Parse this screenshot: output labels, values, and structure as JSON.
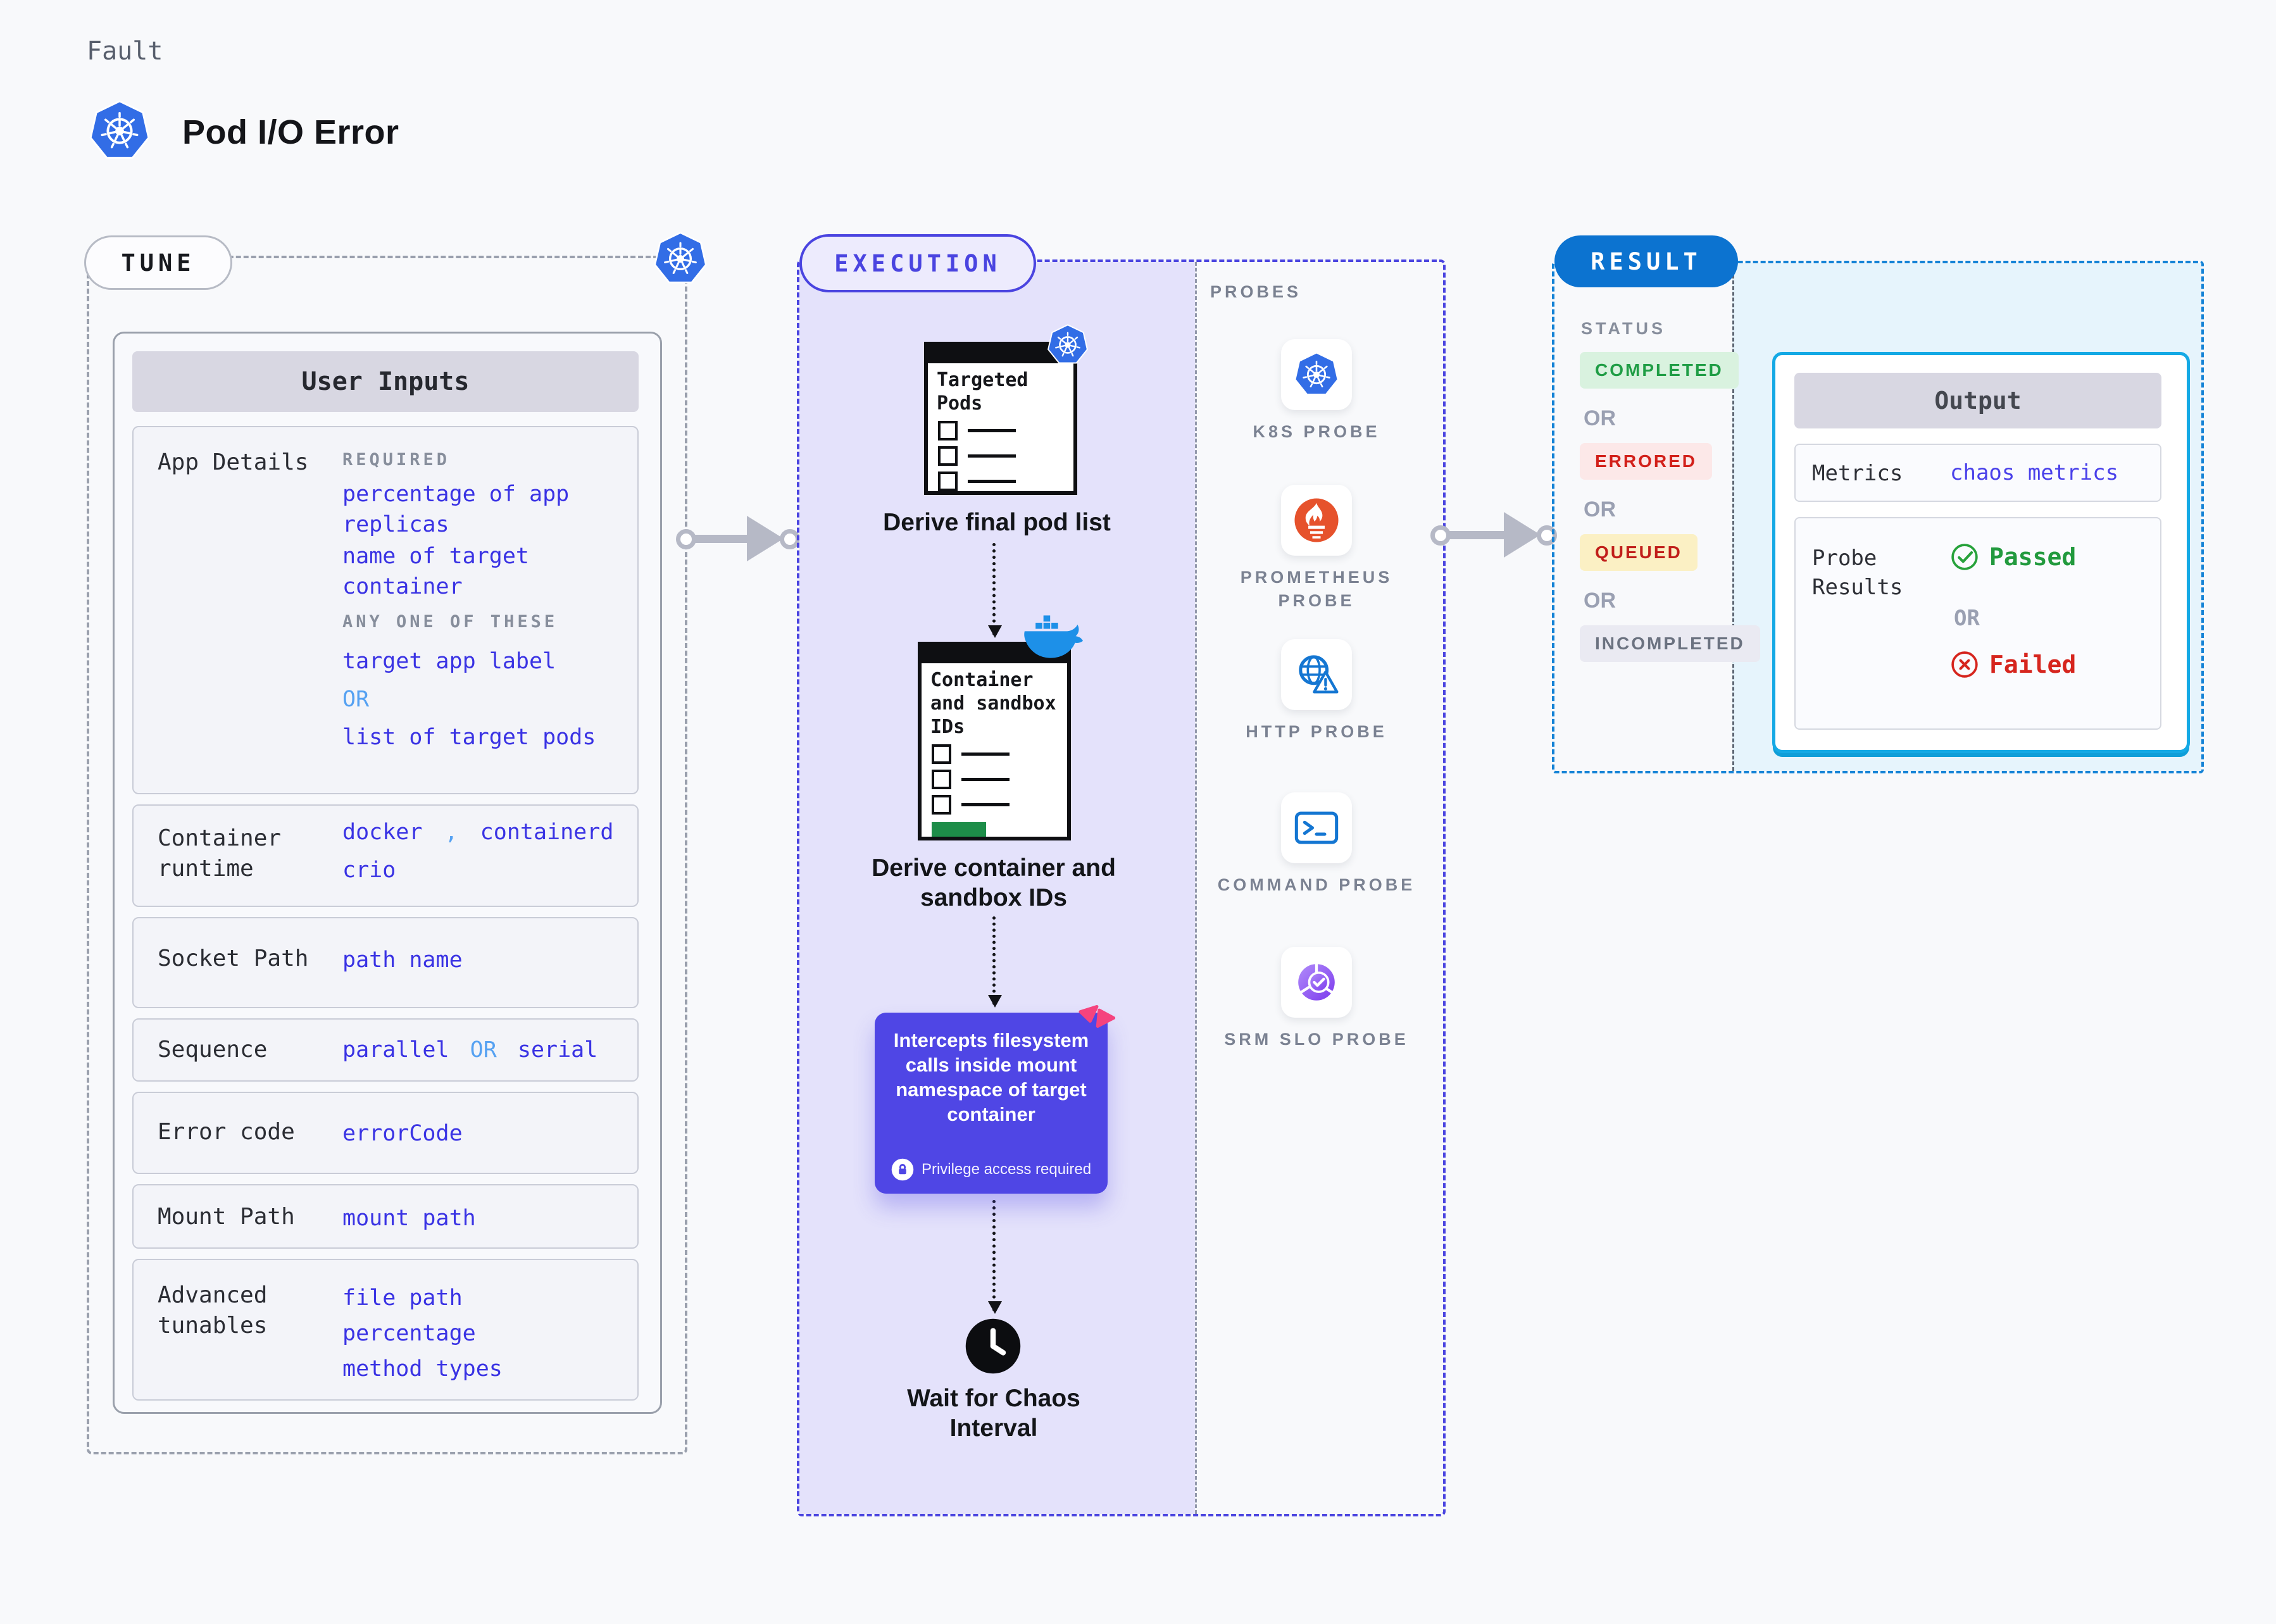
{
  "header": {
    "eyebrow": "Fault",
    "title": "Pod I/O Error"
  },
  "tune": {
    "badge": "TUNE",
    "table_header": "User Inputs",
    "app_details": {
      "label": "App Details",
      "required_caption": "REQUIRED",
      "required_items": [
        "percentage of app replicas",
        "name of target container"
      ],
      "any_one_caption": "ANY ONE OF THESE",
      "option_a": "target app label",
      "or": "OR",
      "option_b": "list of target pods"
    },
    "container_runtime": {
      "label": "Container runtime",
      "v1": "docker",
      "sep": ",",
      "v2": "containerd",
      "v3": "crio"
    },
    "socket_path": {
      "label": "Socket Path",
      "value": "path name"
    },
    "sequence": {
      "label": "Sequence",
      "v1": "parallel",
      "or": "OR",
      "v2": "serial"
    },
    "error_code": {
      "label": "Error code",
      "value": "errorCode"
    },
    "mount_path": {
      "label": "Mount Path",
      "value": "mount path"
    },
    "advanced": {
      "label": "Advanced tunables",
      "items": [
        "file path",
        "percentage",
        "method types"
      ]
    }
  },
  "execution": {
    "badge": "EXECUTION",
    "step1": {
      "doc_title": "Targeted Pods",
      "caption": "Derive final pod list"
    },
    "step2": {
      "doc_title": "Container and sandbox IDs",
      "caption": "Derive container and sandbox IDs"
    },
    "intercept": {
      "text": "Intercepts filesystem calls inside mount namespace of target container",
      "note": "Privilege access required"
    },
    "wait_caption": "Wait for Chaos Interval"
  },
  "probes": {
    "title": "PROBES",
    "items": [
      {
        "label": "K8S PROBE",
        "icon": "kubernetes-icon"
      },
      {
        "label": "PROMETHEUS PROBE",
        "icon": "prometheus-icon"
      },
      {
        "label": "HTTP PROBE",
        "icon": "http-probe-icon"
      },
      {
        "label": "COMMAND PROBE",
        "icon": "command-probe-icon"
      },
      {
        "label": "SRM SLO PROBE",
        "icon": "srm-slo-probe-icon"
      }
    ]
  },
  "result": {
    "badge": "RESULT",
    "status_title": "STATUS",
    "or": "OR",
    "statuses": [
      {
        "label": "COMPLETED",
        "tone": "green"
      },
      {
        "label": "ERRORED",
        "tone": "red"
      },
      {
        "label": "QUEUED",
        "tone": "yellow"
      },
      {
        "label": "INCOMPLETED",
        "tone": "grey"
      }
    ],
    "output": {
      "header": "Output",
      "metrics_label": "Metrics",
      "metrics_value": "chaos metrics",
      "probe_results_label": "Probe Results",
      "passed": "Passed",
      "or": "OR",
      "failed": "Failed"
    }
  },
  "icons": {
    "kubernetes-icon": "blue heptagon with white ship wheel",
    "docker-icon": "blue whale with containers",
    "prometheus-icon": "orange circle with white torch flame",
    "http-probe-icon": "blue globe with warning triangle",
    "command-probe-icon": "blue terminal window with prompt",
    "srm-slo-probe-icon": "purple segmented donut with check",
    "clock-icon": "black clock face",
    "lock-icon": "white circle with lock",
    "chaos-flag-icon": "pink folded triangles",
    "check-circle-icon": "green circled check",
    "x-circle-icon": "red circled cross"
  },
  "colors": {
    "page_bg": "#f8f9fb",
    "indigo": "#4a44e0",
    "exec_fill": "#e4e2fb",
    "intercept_bg": "#4f46e5",
    "result_blue": "#0c73d0",
    "result_border": "#1583d6",
    "output_border": "#14a9e5",
    "output_fill": "#e6f4fc",
    "value_blue": "#3a33e4",
    "alt_blue": "#55a1f2",
    "green": "#1f9d45",
    "red": "#d6251e",
    "queued_bg": "#fbf0c4",
    "k8s_blue": "#326de6",
    "docker_blue": "#1d90e8",
    "prometheus_orange": "#e6522c",
    "probe_blue": "#1476d2",
    "srm_purple": "#8b5cf6",
    "pink": "#f5437e",
    "green_bar": "#1d8d49",
    "arrow_grey": "#b6b9c6"
  }
}
